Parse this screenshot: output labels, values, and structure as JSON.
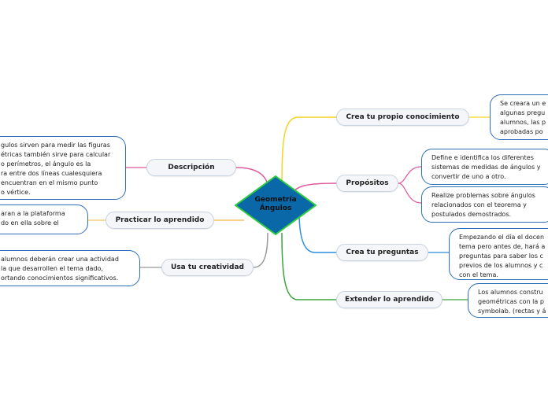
{
  "center": {
    "line1": "Geometría",
    "line2": "Ángulos",
    "fill": "#0a67a8",
    "border": "#2ecc40"
  },
  "branches": {
    "crea_conocimiento": {
      "label": "Crea tu propio conocimiento",
      "note": [
        "Se creara un e",
        "algunas pregu",
        "alumnos, las p",
        "aprobadas po"
      ]
    },
    "propositos": {
      "label": "Propósitos",
      "note1": [
        "Define e identifica los diferentes",
        "sistemas de medidas de ángulos y",
        "convertir de uno a otro."
      ],
      "note2": [
        "Realize problemas sobre ángulos",
        "relacionados con el teorema y",
        "postulados demostrados."
      ]
    },
    "crea_preguntas": {
      "label": "Crea tu preguntas",
      "note": [
        "Empezando el día el docen",
        "tema pero antes de, hará a",
        "preguntas para saber los c",
        "previos de los alumnos y c",
        "con el tema."
      ]
    },
    "extender": {
      "label": "Extender lo aprendido",
      "note": [
        "Los alumnos constru",
        "geométricas con la p",
        "symbolab. (rectas y á"
      ]
    },
    "descripcion": {
      "label": "Descripción",
      "note": [
        "gulos sirven para medir las figuras",
        "étricas también sirve para calcular",
        "o perímetros, el ángulo es la",
        "ra entre dos líneas cualesquiera",
        "encuentran en el mismo punto",
        "o vértice."
      ]
    },
    "practicar": {
      "label": "Practicar lo aprendido",
      "note": [
        "aran a la plataforma",
        "do en ella sobre el"
      ]
    },
    "creatividad": {
      "label": "Usa tu creatividad",
      "note": [
        "alumnos deberán crear una actividad",
        "la que desarrollen el tema dado,",
        "ortando conocimientos significativos."
      ]
    }
  },
  "colors": {
    "yellow": "#f5d327",
    "pink": "#e0589b",
    "blue": "#2b8ee0",
    "green": "#3aa53a",
    "gray": "#9a9a9a",
    "orange": "#f2c36b"
  }
}
